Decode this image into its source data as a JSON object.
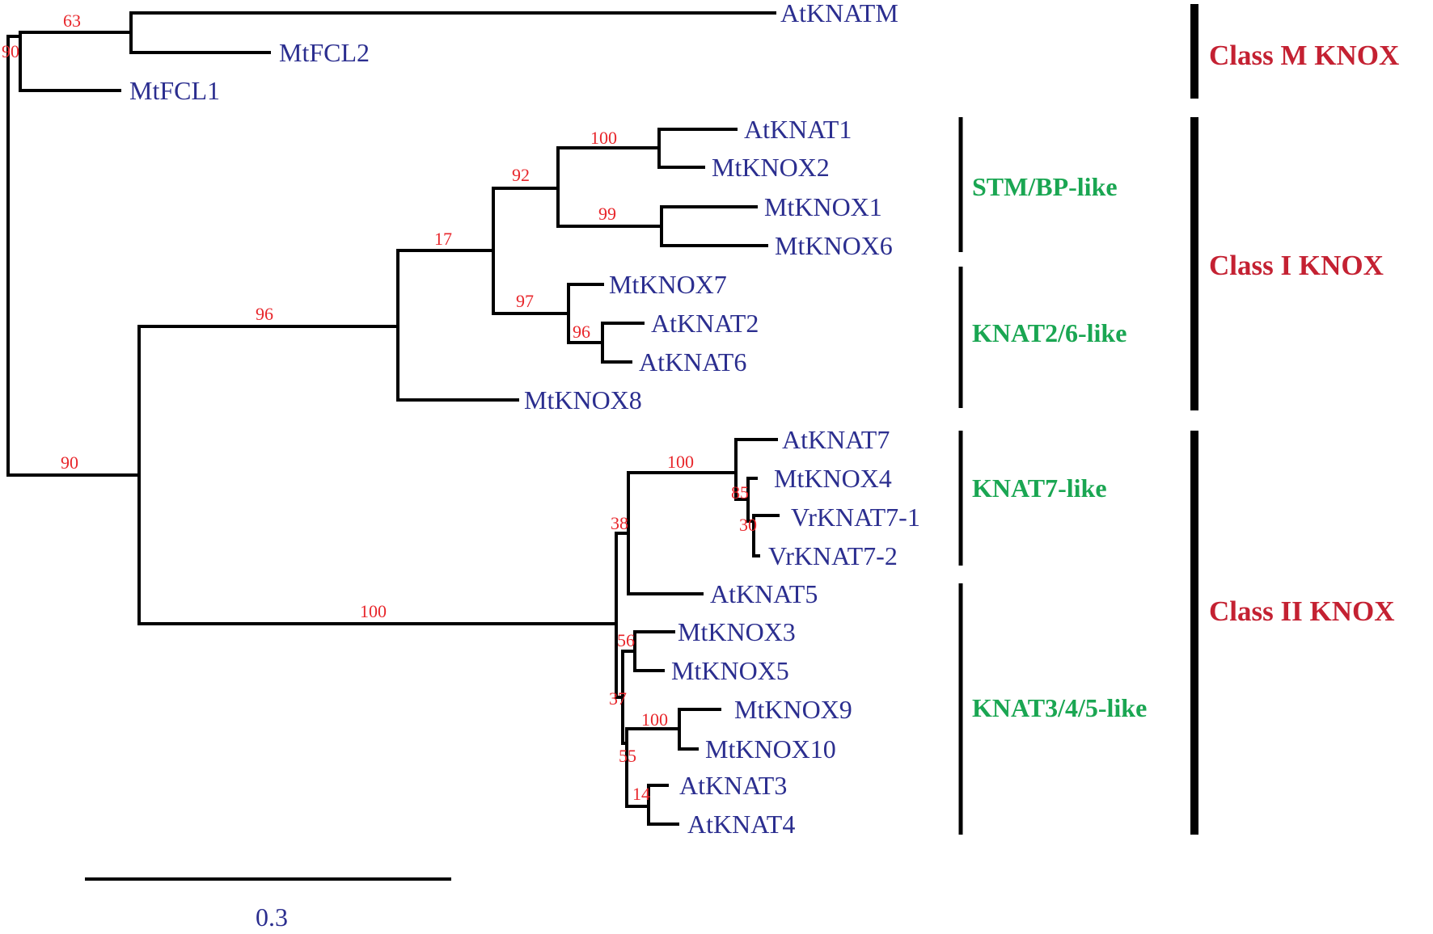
{
  "colors": {
    "branch": "#000000",
    "taxon": "#2b2e8f",
    "bootstrap": "#e8262b",
    "subclade": "#1aa652",
    "clade": "#c42132",
    "scale": "#2b2e8f"
  },
  "taxa": [
    "AtKNATM",
    "MtFCL2",
    "MtFCL1",
    "AtKNAT1",
    "MtKNOX2",
    "MtKNOX1",
    "MtKNOX6",
    "MtKNOX7",
    "AtKNAT2",
    "AtKNAT6",
    "MtKNOX8",
    "AtKNAT7",
    "MtKNOX4",
    "VrKNAT7-1",
    "VrKNAT7-2",
    "AtKNAT5",
    "MtKNOX3",
    "MtKNOX5",
    "MtKNOX9",
    "MtKNOX10",
    "AtKNAT3",
    "AtKNAT4"
  ],
  "bootstrap_values": [
    "63",
    "90",
    "100",
    "92",
    "99",
    "17",
    "97",
    "96",
    "96",
    "90",
    "100",
    "85",
    "30",
    "38",
    "56",
    "37",
    "100",
    "55",
    "14",
    "100"
  ],
  "subclades": [
    "STM/BP-like",
    "KNAT2/6-like",
    "KNAT7-like",
    "KNAT3/4/5-like"
  ],
  "clades": [
    "Class M KNOX",
    "Class I KNOX",
    "Class II KNOX"
  ],
  "scale_bar": {
    "label": "0.3",
    "length": 0.3
  }
}
